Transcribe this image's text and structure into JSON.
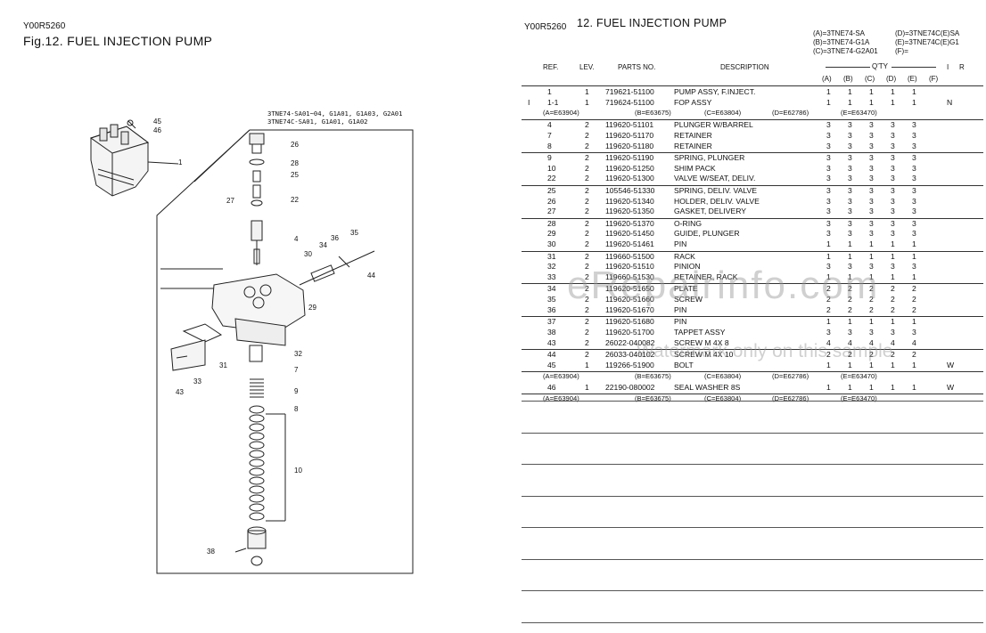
{
  "left_page": {
    "code": "Y00R5260",
    "fig_title": "Fig.12.  FUEL INJECTION PUMP",
    "diagram_notes": [
      "3TNE74-SA01~04, G1A01, G1A03, G2A01",
      "3TNE74C-SA01, G1A01, G1A02"
    ],
    "callouts": [
      "45",
      "46",
      "1",
      "26",
      "28",
      "25",
      "27",
      "22",
      "4",
      "36",
      "35",
      "34",
      "30",
      "44",
      "29",
      "31",
      "32",
      "7",
      "9",
      "8",
      "10",
      "38",
      "33",
      "43"
    ]
  },
  "right_page": {
    "code": "Y00R5260",
    "title": "12.  FUEL INJECTION PUMP",
    "legend": [
      "(A)=3TNE74-SA",
      "(D)=3TNE74C(E)SA",
      "(B)=3TNE74-G1A",
      "(E)=3TNE74C(E)G1",
      "(C)=3TNE74-G2A01",
      "(F)="
    ],
    "headers": {
      "ref": "REF.",
      "lev": "LEV.",
      "parts_no": "PARTS NO.",
      "description": "DESCRIPTION",
      "qty": "Q'TY",
      "i": "I",
      "r": "R"
    },
    "qty_cols": [
      "(A)",
      "(B)",
      "(C)",
      "(D)",
      "(E)",
      "(F)"
    ],
    "rows": [
      {
        "i": "",
        "ref": "1",
        "lev": "1",
        "part": "719621-51100",
        "desc": "PUMP ASSY, F.INJECT.",
        "qty": [
          "1",
          "1",
          "1",
          "1",
          "1"
        ],
        "r": ""
      },
      {
        "i": "I",
        "ref": "1-1",
        "lev": "1",
        "part": "719624-51100",
        "desc": "FOP ASSY",
        "qty": [
          "1",
          "1",
          "1",
          "1",
          "1"
        ],
        "r": "N"
      },
      {
        "serial": [
          "(A=E63904)",
          "(B=E63675)",
          "(C=E63804)",
          "(D=E62786)",
          "(E=E63470)"
        ]
      },
      {
        "i": "",
        "ref": "4",
        "lev": "2",
        "part": "119620-51101",
        "desc": "PLUNGER W/BARREL",
        "qty": [
          "3",
          "3",
          "3",
          "3",
          "3"
        ],
        "r": ""
      },
      {
        "i": "",
        "ref": "7",
        "lev": "2",
        "part": "119620-51170",
        "desc": "RETAINER",
        "qty": [
          "3",
          "3",
          "3",
          "3",
          "3"
        ],
        "r": ""
      },
      {
        "i": "",
        "ref": "8",
        "lev": "2",
        "part": "119620-51180",
        "desc": "RETAINER",
        "qty": [
          "3",
          "3",
          "3",
          "3",
          "3"
        ],
        "r": ""
      },
      {
        "i": "",
        "ref": "9",
        "lev": "2",
        "part": "119620-51190",
        "desc": "SPRING, PLUNGER",
        "qty": [
          "3",
          "3",
          "3",
          "3",
          "3"
        ],
        "r": ""
      },
      {
        "i": "",
        "ref": "10",
        "lev": "2",
        "part": "119620-51250",
        "desc": "SHIM PACK",
        "qty": [
          "3",
          "3",
          "3",
          "3",
          "3"
        ],
        "r": ""
      },
      {
        "i": "",
        "ref": "22",
        "lev": "2",
        "part": "119620-51300",
        "desc": "VALVE W/SEAT, DELIV.",
        "qty": [
          "3",
          "3",
          "3",
          "3",
          "3"
        ],
        "r": ""
      },
      {
        "i": "",
        "ref": "25",
        "lev": "2",
        "part": "105546-51330",
        "desc": "SPRING, DELIV. VALVE",
        "qty": [
          "3",
          "3",
          "3",
          "3",
          "3"
        ],
        "r": ""
      },
      {
        "i": "",
        "ref": "26",
        "lev": "2",
        "part": "119620-51340",
        "desc": "HOLDER, DELIV. VALVE",
        "qty": [
          "3",
          "3",
          "3",
          "3",
          "3"
        ],
        "r": ""
      },
      {
        "i": "",
        "ref": "27",
        "lev": "2",
        "part": "119620-51350",
        "desc": "GASKET, DELIVERY",
        "qty": [
          "3",
          "3",
          "3",
          "3",
          "3"
        ],
        "r": ""
      },
      {
        "i": "",
        "ref": "28",
        "lev": "2",
        "part": "119620-51370",
        "desc": "O-RING",
        "qty": [
          "3",
          "3",
          "3",
          "3",
          "3"
        ],
        "r": ""
      },
      {
        "i": "",
        "ref": "29",
        "lev": "2",
        "part": "119620-51450",
        "desc": "GUIDE, PLUNGER",
        "qty": [
          "3",
          "3",
          "3",
          "3",
          "3"
        ],
        "r": ""
      },
      {
        "i": "",
        "ref": "30",
        "lev": "2",
        "part": "119620-51461",
        "desc": "PIN",
        "qty": [
          "1",
          "1",
          "1",
          "1",
          "1"
        ],
        "r": ""
      },
      {
        "i": "",
        "ref": "31",
        "lev": "2",
        "part": "119660-51500",
        "desc": "RACK",
        "qty": [
          "1",
          "1",
          "1",
          "1",
          "1"
        ],
        "r": ""
      },
      {
        "i": "",
        "ref": "32",
        "lev": "2",
        "part": "119620-51510",
        "desc": "PINION",
        "qty": [
          "3",
          "3",
          "3",
          "3",
          "3"
        ],
        "r": ""
      },
      {
        "i": "",
        "ref": "33",
        "lev": "2",
        "part": "119660-51530",
        "desc": "RETAINER, RACK",
        "qty": [
          "1",
          "1",
          "1",
          "1",
          "1"
        ],
        "r": ""
      },
      {
        "i": "",
        "ref": "34",
        "lev": "2",
        "part": "119620-51650",
        "desc": "PLATE",
        "qty": [
          "2",
          "2",
          "2",
          "2",
          "2"
        ],
        "r": ""
      },
      {
        "i": "",
        "ref": "35",
        "lev": "2",
        "part": "119620-51660",
        "desc": "SCREW",
        "qty": [
          "2",
          "2",
          "2",
          "2",
          "2"
        ],
        "r": ""
      },
      {
        "i": "",
        "ref": "36",
        "lev": "2",
        "part": "119620-51670",
        "desc": "PIN",
        "qty": [
          "2",
          "2",
          "2",
          "2",
          "2"
        ],
        "r": ""
      },
      {
        "i": "",
        "ref": "37",
        "lev": "2",
        "part": "119620-51680",
        "desc": "PIN",
        "qty": [
          "1",
          "1",
          "1",
          "1",
          "1"
        ],
        "r": ""
      },
      {
        "i": "",
        "ref": "38",
        "lev": "2",
        "part": "119620-51700",
        "desc": "TAPPET ASSY",
        "qty": [
          "3",
          "3",
          "3",
          "3",
          "3"
        ],
        "r": ""
      },
      {
        "i": "",
        "ref": "43",
        "lev": "2",
        "part": "26022-040082",
        "desc": "SCREW M 4X  8",
        "qty": [
          "4",
          "4",
          "4",
          "4",
          "4"
        ],
        "r": ""
      },
      {
        "i": "",
        "ref": "44",
        "lev": "2",
        "part": "26033-040102",
        "desc": "SCREW M 4X 10",
        "qty": [
          "2",
          "2",
          "2",
          "2",
          "2"
        ],
        "r": ""
      },
      {
        "i": "",
        "ref": "45",
        "lev": "1",
        "part": "119266-51900",
        "desc": "BOLT",
        "qty": [
          "1",
          "1",
          "1",
          "1",
          "1"
        ],
        "r": "W"
      },
      {
        "serial": [
          "(A=E63904)",
          "(B=E63675)",
          "(C=E63804)",
          "(D=E62786)",
          "(E=E63470)"
        ]
      },
      {
        "i": "",
        "ref": "46",
        "lev": "1",
        "part": "22190-080002",
        "desc": "SEAL WASHER  8S",
        "qty": [
          "1",
          "1",
          "1",
          "1",
          "1"
        ],
        "r": "W"
      },
      {
        "serial": [
          "(A=E63904)",
          "(B=E63675)",
          "(C=E63804)",
          "(D=E62786)",
          "(E=E63470)"
        ]
      }
    ],
    "watermark_main": "eRepairinfo.com",
    "watermark_sub": "Watermark only on this sample"
  }
}
